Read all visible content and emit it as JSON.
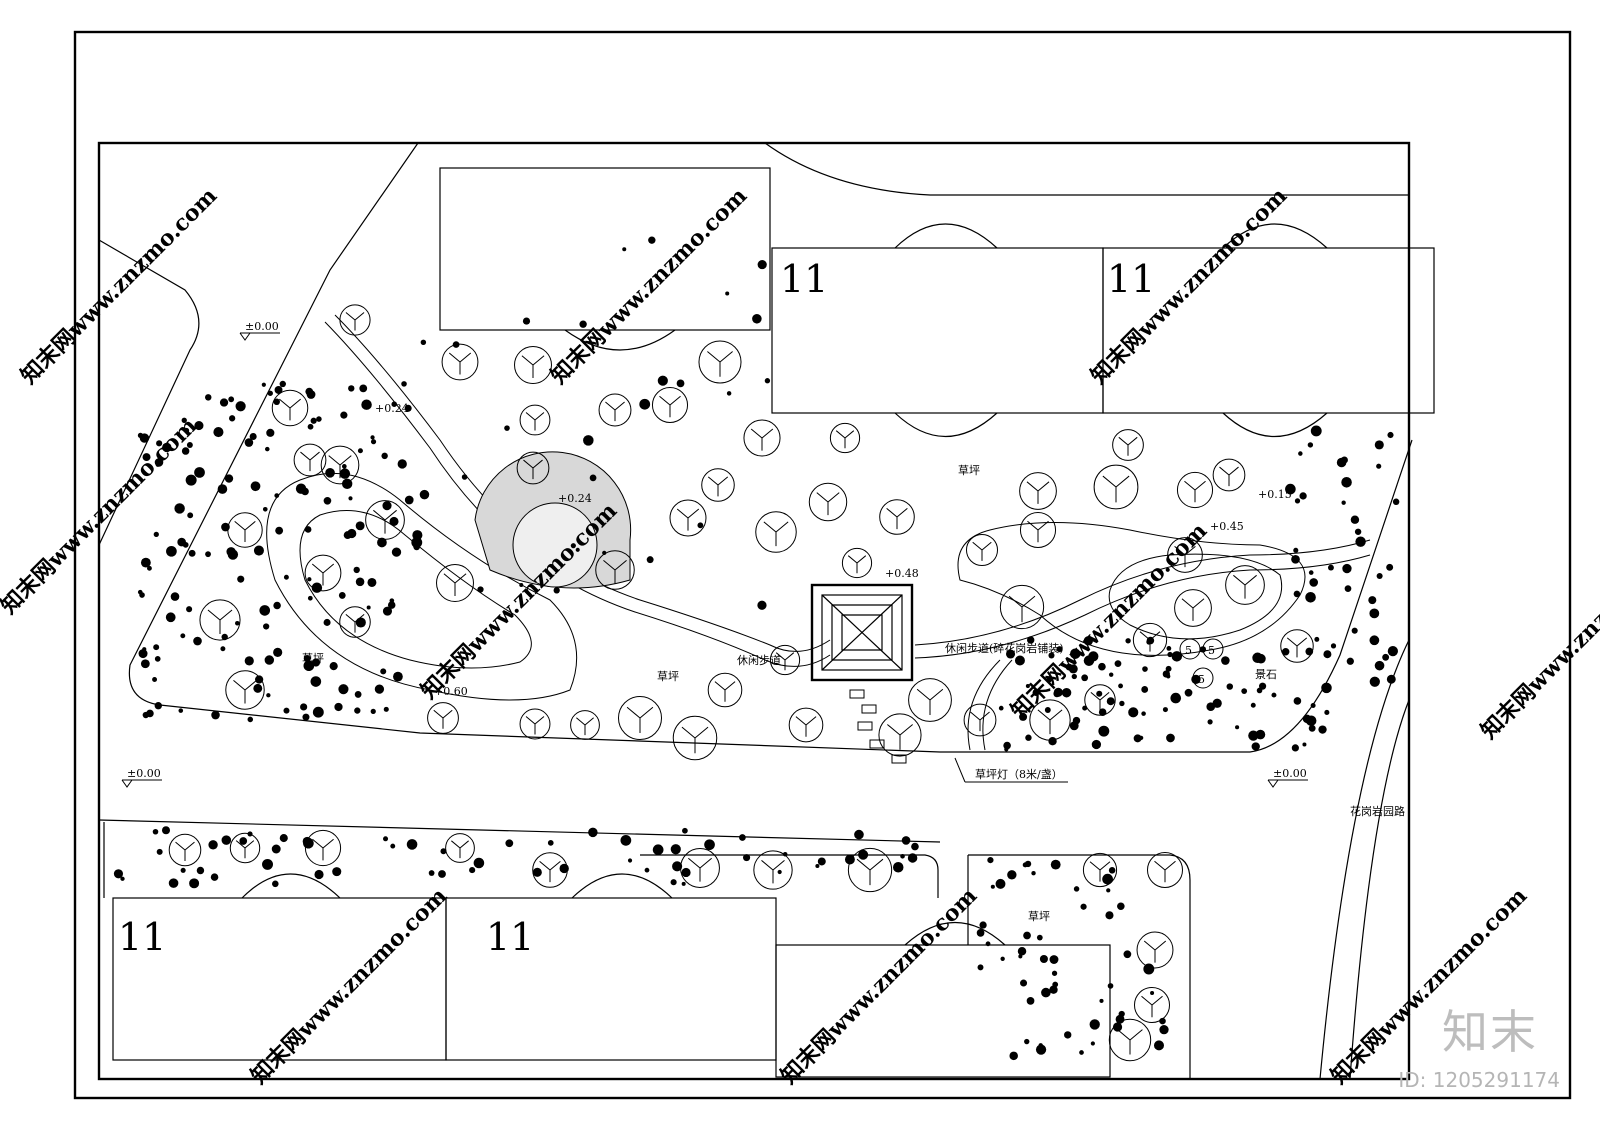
{
  "buildings": {
    "north_left": "11",
    "north_right": "11",
    "south_left": "11",
    "south_right": "11"
  },
  "labels": {
    "lawn_north": "草坪",
    "lawn_west": "草坪",
    "lawn_center": "草坪",
    "lawn_south": "草坪",
    "path_west": "休闲步道",
    "path_east": "休闲步道(碎花岗岩铺装)",
    "lawn_lamp": "草坪灯（8米/盏）",
    "scenic_stone": "景石",
    "granite_road": "花岗岩园路",
    "stone_mark": "5"
  },
  "elevations": {
    "nw": "±0.00",
    "sw": "±0.00",
    "se": "±0.00",
    "path_nw": "+0.24",
    "plaza": "+0.24",
    "pavilion": "+0.48",
    "mound": "+0.60",
    "east_path": "+0.45",
    "east_edge": "+0.15"
  },
  "watermark": {
    "text": "知末网www.znzmo.com",
    "brand": "知末",
    "id": "ID: 1205291174"
  }
}
